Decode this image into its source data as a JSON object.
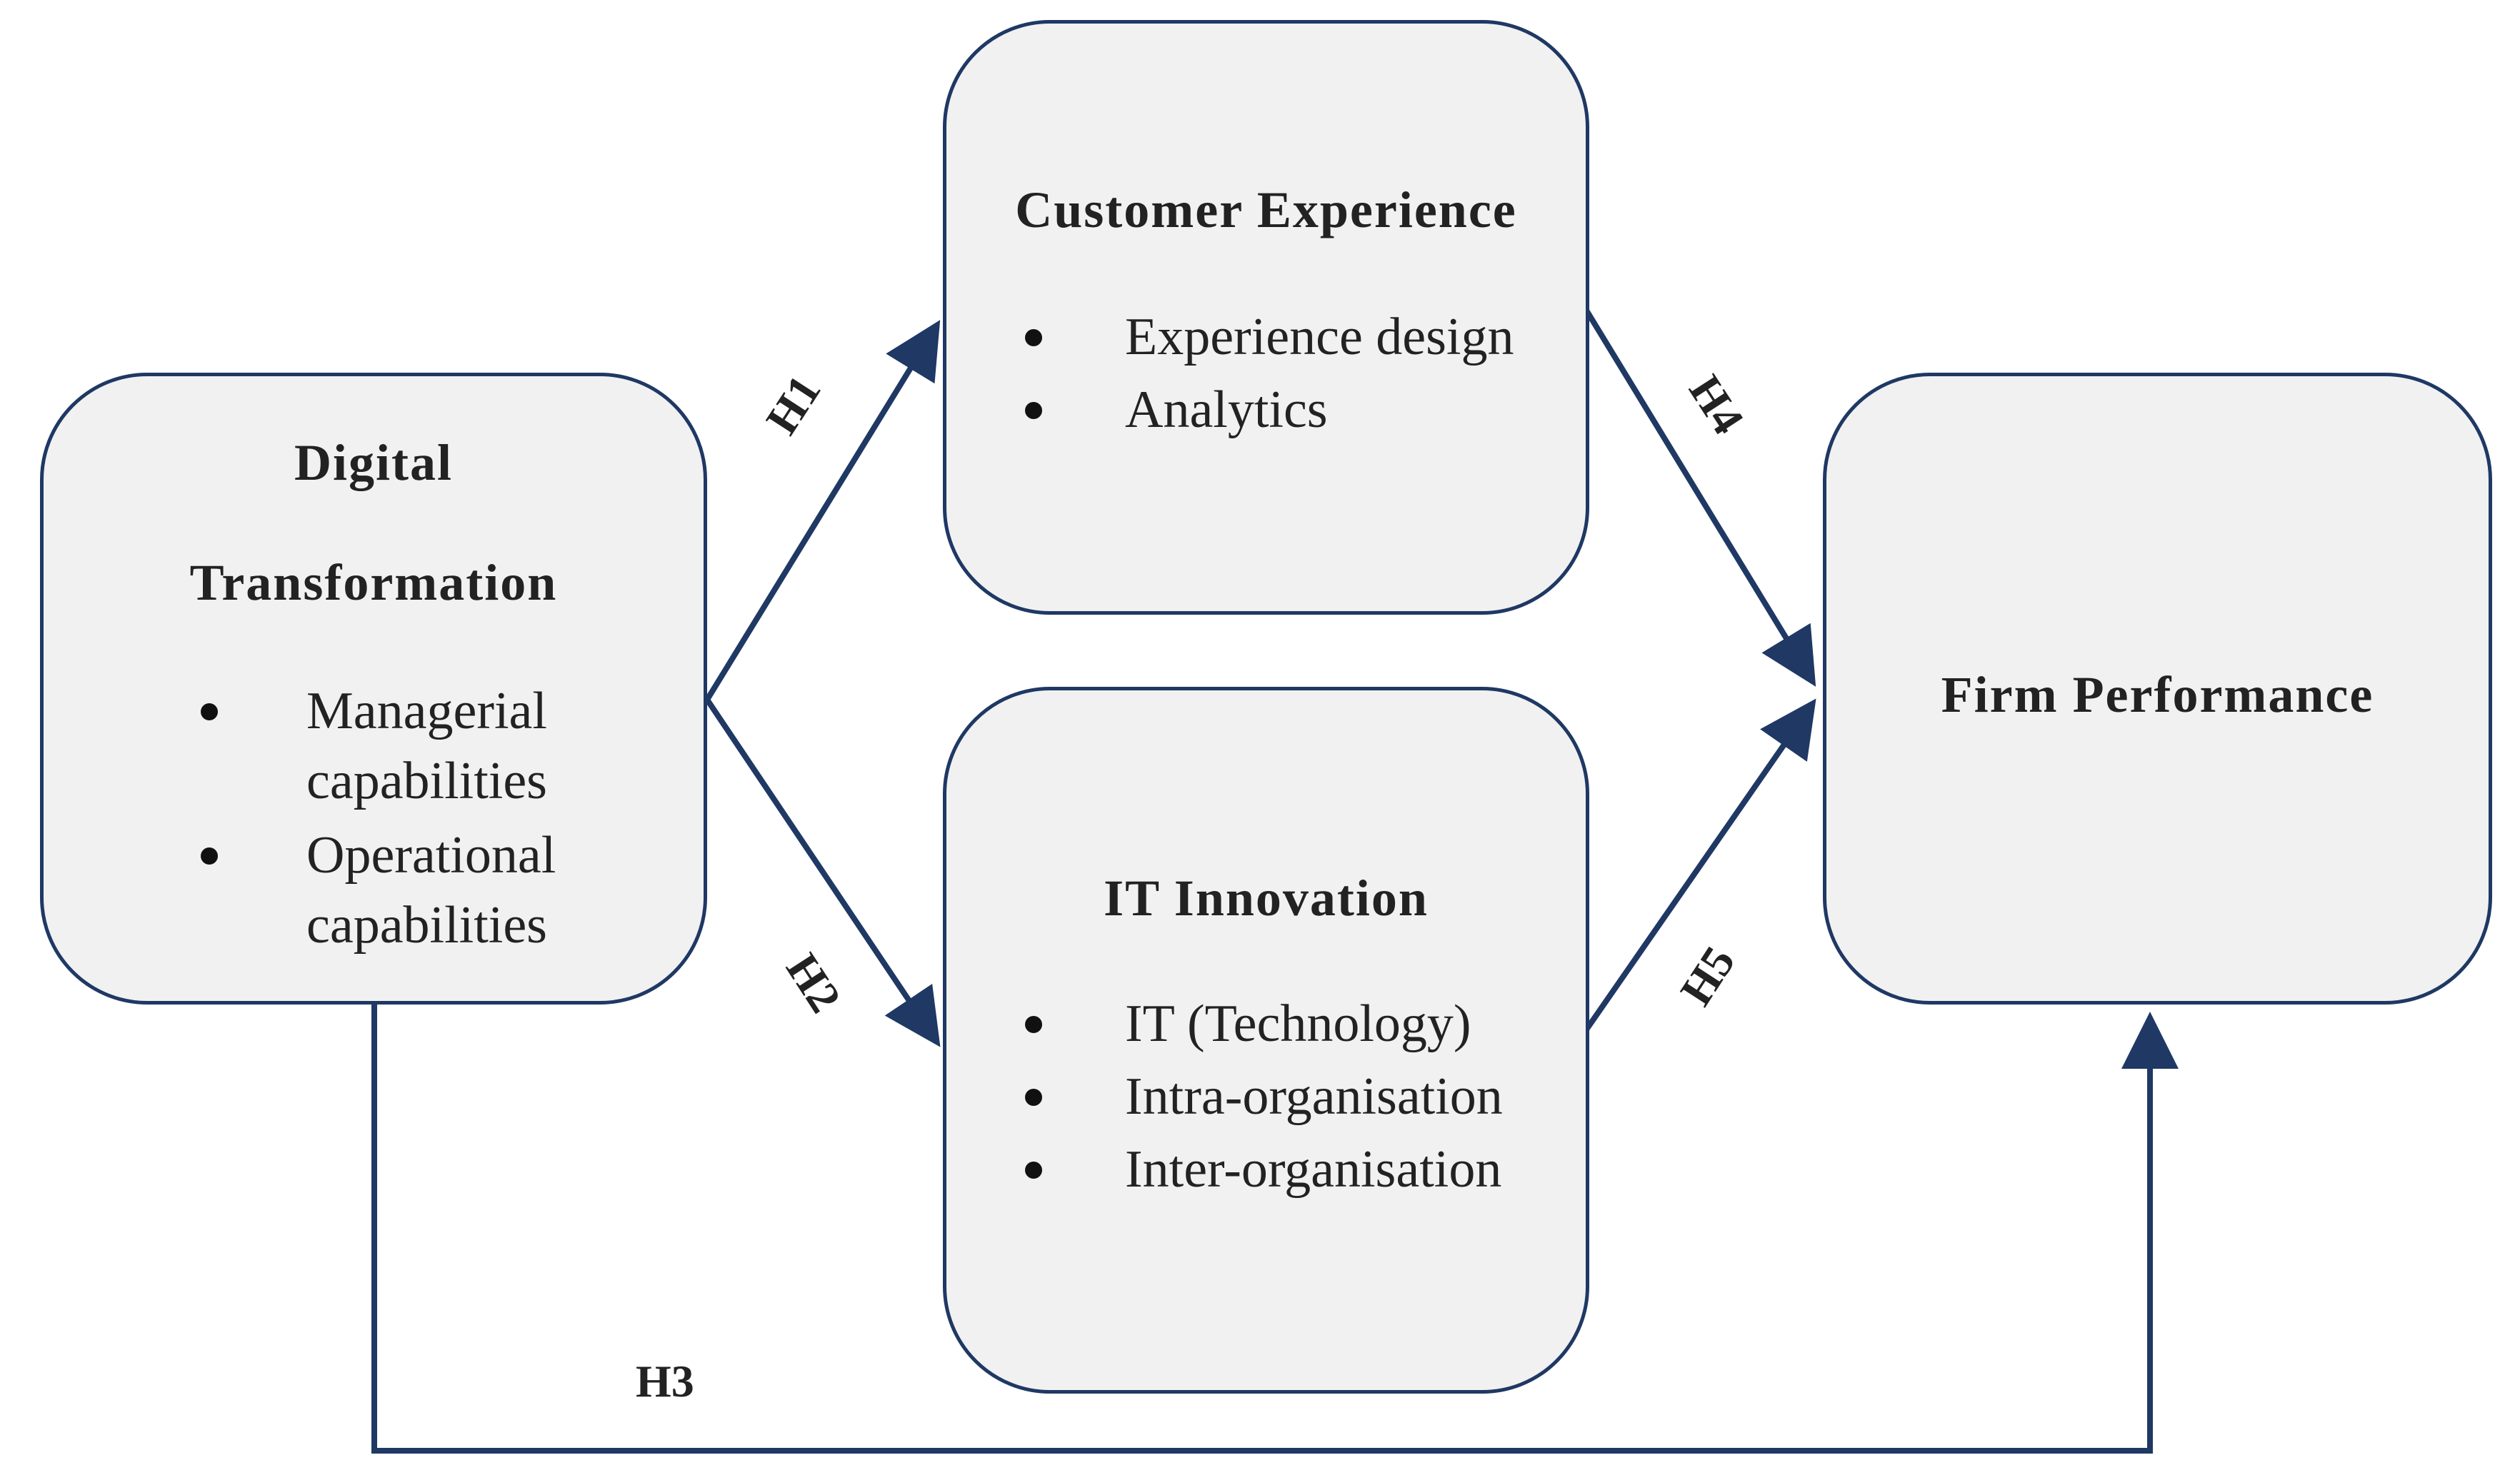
{
  "digital_transformation": {
    "title_line1": "Digital",
    "title_line2": "Transformation",
    "bullets": [
      {
        "line1": "Managerial",
        "line2": "capabilities"
      },
      {
        "line1": "Operational",
        "line2": "capabilities"
      }
    ]
  },
  "customer_experience": {
    "title": "Customer Experience",
    "bullets": [
      "Experience design",
      "Analytics"
    ]
  },
  "it_innovation": {
    "title": "IT Innovation",
    "bullets": [
      "IT (Technology)",
      "Intra-organisation",
      "Inter-organisation"
    ]
  },
  "firm_performance": {
    "title": "Firm Performance"
  },
  "hypotheses": {
    "h1": "H1",
    "h2": "H2",
    "h3": "H3",
    "h4": "H4",
    "h5": "H5"
  },
  "colors": {
    "box_fill": "#f1f1f2",
    "line": "#1f3864",
    "text": "#222222"
  }
}
